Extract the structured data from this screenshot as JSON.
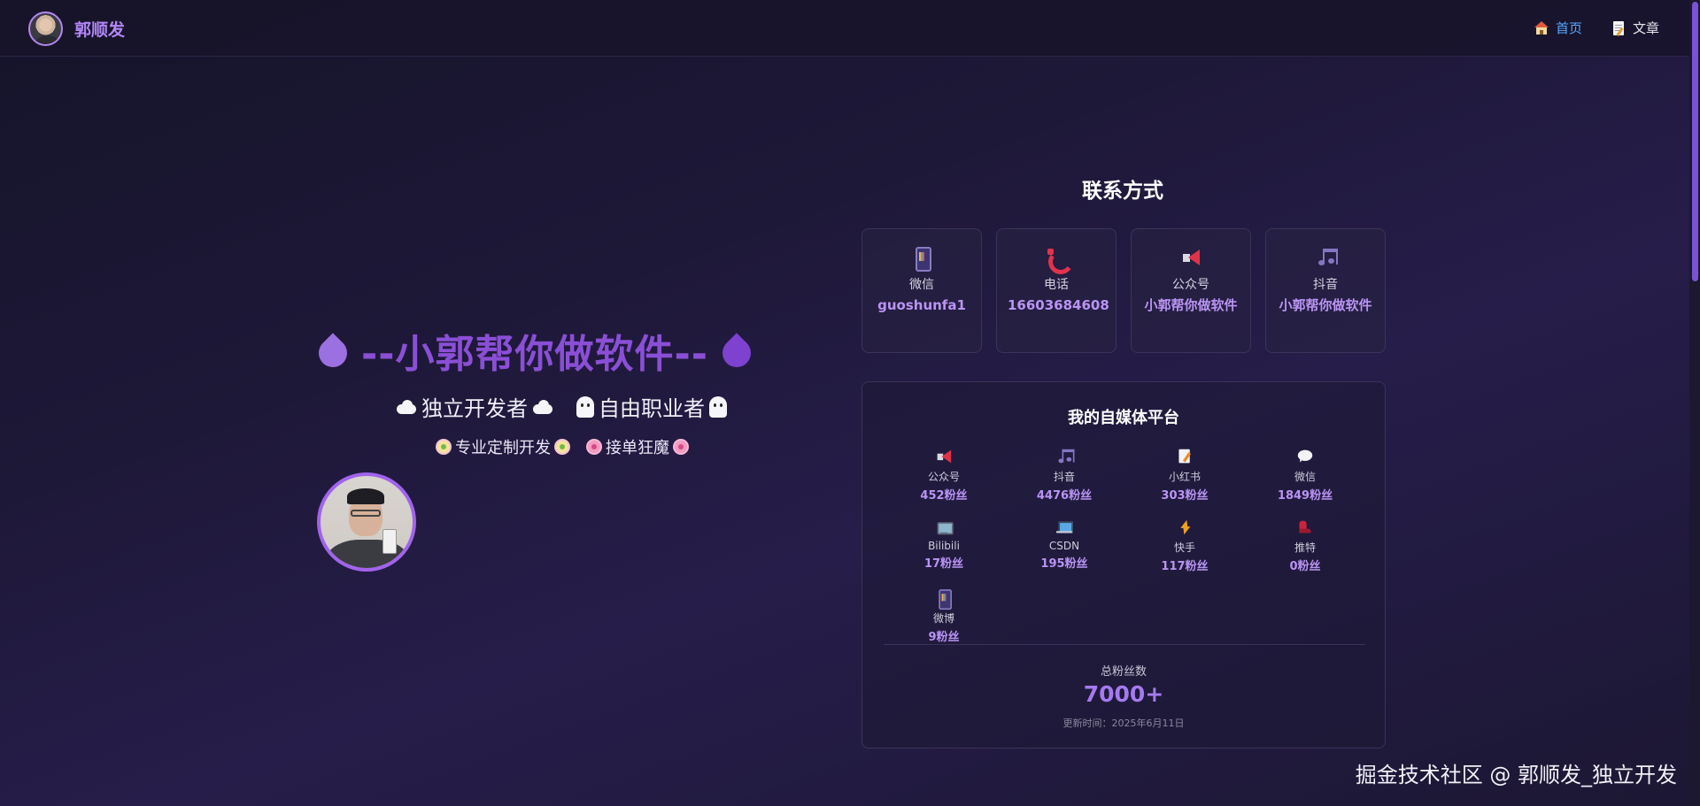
{
  "header": {
    "brand_name": "郭顺发",
    "nav": [
      {
        "label": "首页",
        "icon": "house-icon",
        "active": true
      },
      {
        "label": "文章",
        "icon": "memo-icon",
        "active": false
      }
    ]
  },
  "hero": {
    "title": "--小郭帮你做软件--",
    "role1": "独立开发者",
    "role2": "自由职业者",
    "tag1": "专业定制开发",
    "tag2": "接单狂魔"
  },
  "contact": {
    "title": "联系方式",
    "cards": [
      {
        "label": "微信",
        "value": "guoshunfa1",
        "icon": "mobile-phone-icon"
      },
      {
        "label": "电话",
        "value": "16603684608",
        "icon": "telephone-receiver-icon"
      },
      {
        "label": "公众号",
        "value": "小郭帮你做软件",
        "icon": "megaphone-icon"
      },
      {
        "label": "抖音",
        "value": "小郭帮你做软件",
        "icon": "music-note-icon"
      }
    ]
  },
  "media": {
    "title": "我的自媒体平台",
    "items": [
      {
        "label": "公众号",
        "value": "452粉丝",
        "icon": "megaphone-icon"
      },
      {
        "label": "抖音",
        "value": "4476粉丝",
        "icon": "music-note-icon"
      },
      {
        "label": "小红书",
        "value": "303粉丝",
        "icon": "memo-icon"
      },
      {
        "label": "微信",
        "value": "1849粉丝",
        "icon": "speech-bubble-icon"
      },
      {
        "label": "Bilibili",
        "value": "17粉丝",
        "icon": "television-icon"
      },
      {
        "label": "CSDN",
        "value": "195粉丝",
        "icon": "laptop-icon"
      },
      {
        "label": "快手",
        "value": "117粉丝",
        "icon": "lightning-icon"
      },
      {
        "label": "推特",
        "value": "0粉丝",
        "icon": "high-heel-icon"
      },
      {
        "label": "微博",
        "value": "9粉丝",
        "icon": "mobile-phone-icon"
      }
    ],
    "total_label": "总粉丝数",
    "total_value": "7000+",
    "update_time": "更新时间：2025年6月11日"
  },
  "watermark": "掘金技术社区 @ 郭顺发_独立开发",
  "colors": {
    "accent": "#b994f4",
    "title_purple": "#8a4fd6",
    "nav_active": "#5aa8ff"
  }
}
